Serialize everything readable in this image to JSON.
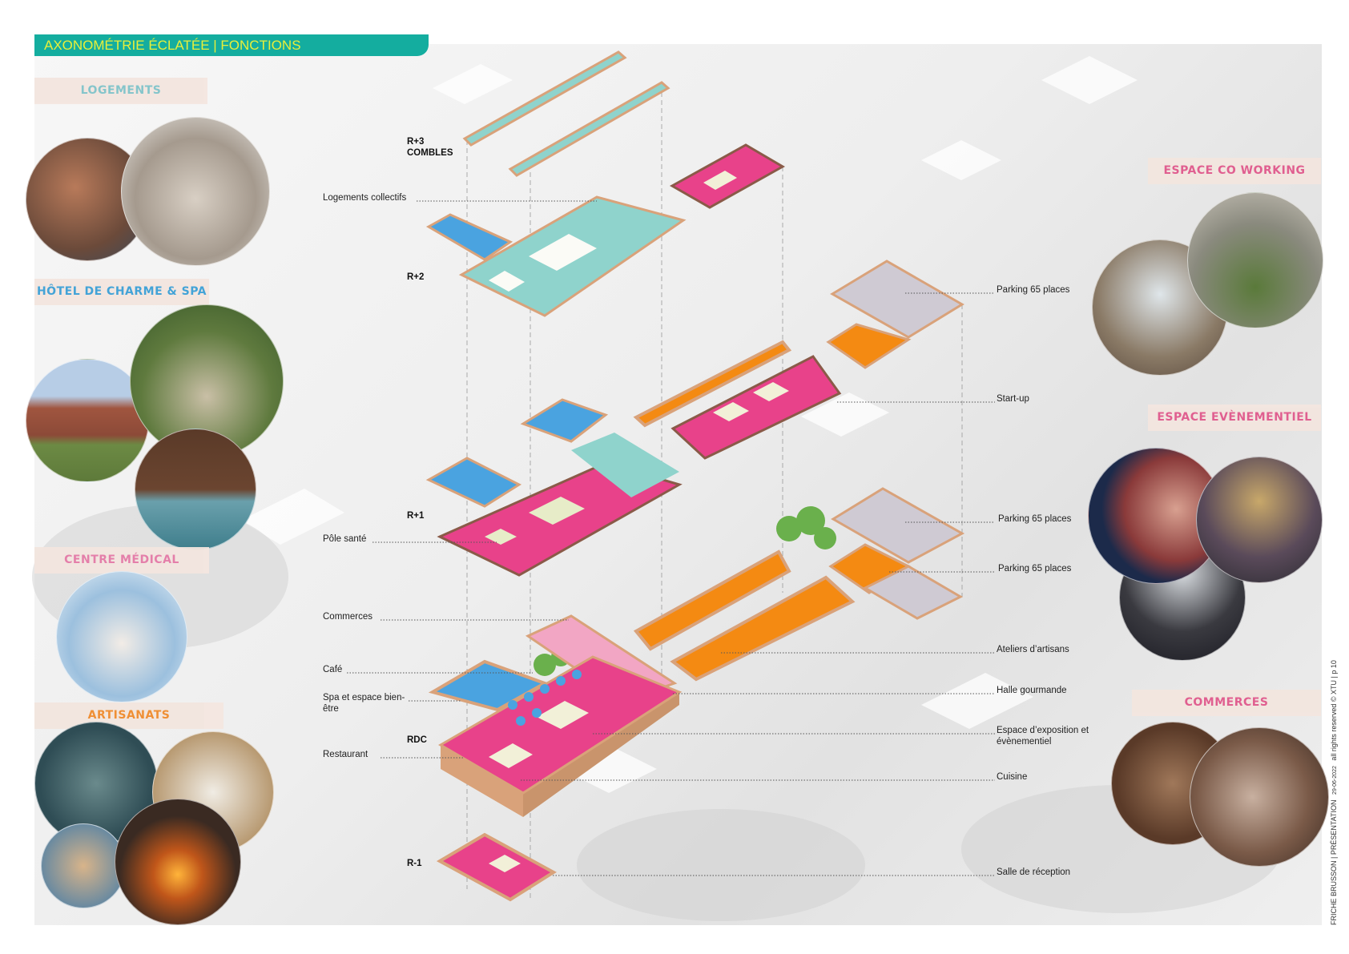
{
  "title": "AXONOMÉTRIE ÉCLATÉE | FONCTIONS",
  "categories_left": [
    {
      "label": "LOGEMENTS",
      "color": "#7fc3c9"
    },
    {
      "label": "HÔTEL DE CHARME & SPA",
      "color": "#3a9fd6"
    },
    {
      "label": "CENTRE MÉDICAL",
      "color": "#e57aa8"
    },
    {
      "label": "ARTISANATS",
      "color": "#ef8a2b"
    }
  ],
  "categories_right": [
    {
      "label": "ESPACE CO WORKING",
      "color": "#e0588c"
    },
    {
      "label": "ESPACE EVÈNEMENTIEL",
      "color": "#e0588c"
    },
    {
      "label": "COMMERCES",
      "color": "#e0588c"
    }
  ],
  "levels": [
    "R+3",
    "COMBLES",
    "R+2",
    "R+1",
    "RDC",
    "R-1"
  ],
  "labels_left": [
    "Logements collectifs",
    "Pôle santé",
    "Commerces",
    "Café",
    "Spa et espace bien-",
    "être",
    "Restaurant"
  ],
  "labels_right": [
    "Parking 65 places",
    "Start-up",
    "Parking 65 places",
    "Parking 65 places",
    "Ateliers d’artisans",
    "Halle gourmande",
    "Espace d’exposition et",
    "évènementiel",
    "Cuisine",
    "Salle de réception"
  ],
  "footer": {
    "project": "FRICHE BRUSSON | PRÉSENTATION",
    "date": "29-06-2022",
    "rights": "all rights reserved © XTU | p 10"
  },
  "colors": {
    "teal": "#8fd3cc",
    "blue": "#4aa3e0",
    "pink": "#e8428a",
    "orange": "#f48a12",
    "brick": "#d9a27a",
    "parking": "#cfcad3"
  }
}
